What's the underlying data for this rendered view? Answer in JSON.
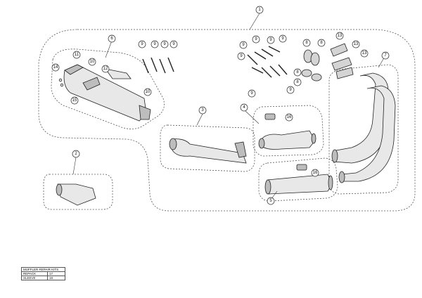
{
  "diagram": {
    "callouts": {
      "c1": "1",
      "c2": "2",
      "c3": "3",
      "c4": "4",
      "c5": "5",
      "c6": "6",
      "c7": "7",
      "c8a": "8",
      "c8b": "8",
      "c8c": "8",
      "c8d": "8",
      "c9a": "9",
      "c9b": "9",
      "c9c": "9",
      "c9d": "9",
      "c9e": "9",
      "c9f": "9",
      "c9g": "9",
      "c9h": "9",
      "c9i": "9",
      "c9j": "9",
      "c9k": "9",
      "c10a": "10",
      "c10b": "10",
      "c11": "11",
      "c12": "12",
      "c13a": "13",
      "c13b": "13",
      "c13c": "13",
      "c14": "14",
      "c15": "15",
      "c16a": "16",
      "c16b": "16"
    }
  },
  "table": {
    "header": "MUFFLER REPAIR KITS",
    "rows": [
      {
        "label": "REPACK",
        "value": "17"
      },
      {
        "label": "SLEEVE",
        "value": "18"
      }
    ]
  }
}
